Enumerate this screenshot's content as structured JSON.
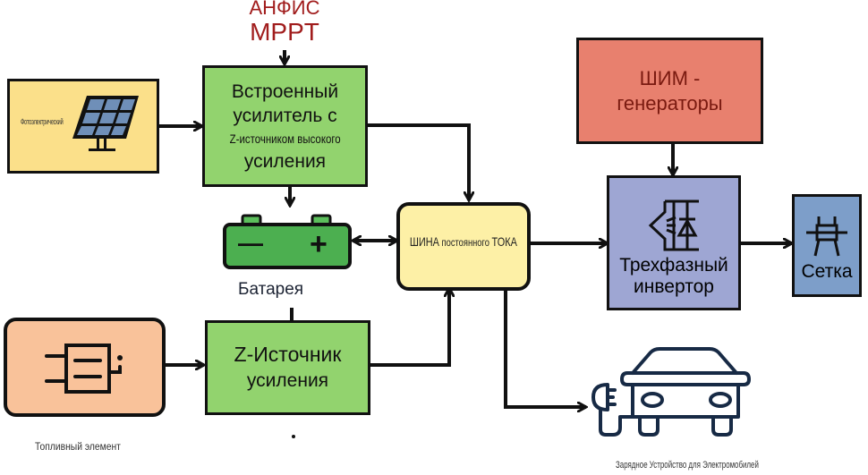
{
  "diagram": {
    "anfis": {
      "line1": "АНФИС",
      "line2": "MPPT",
      "color": "#a11d1d"
    },
    "pv": {
      "label": "Фотоэлектрический",
      "fill": "#fbe08a",
      "icon": "solar-panel-icon"
    },
    "boost": {
      "line1": "Встроенный",
      "line2": "усилитель с",
      "line3": "Z-источником высокого",
      "line4": "усиления",
      "fill": "#92d36e"
    },
    "battery": {
      "label": "Батарея",
      "minus": "—",
      "plus": "+",
      "fill": "#4caf50",
      "icon": "battery-icon"
    },
    "dcbus": {
      "label_a": "ШИНА",
      "label_b": "постоянного",
      "label_c": "ТОКА",
      "fill": "#fdf0a6"
    },
    "pwm": {
      "line1": "ШИМ -",
      "line2": "генераторы",
      "fill": "#e8806e",
      "text_color": "#7a1a10"
    },
    "inverter": {
      "line1": "Трехфазный",
      "line2": "инвертор",
      "fill": "#9ea6d3",
      "icon": "igbt-transistor-icon"
    },
    "grid": {
      "label": "Сетка",
      "fill": "#7d9ec9",
      "icon": "grid-tower-icon"
    },
    "fuelcell": {
      "label": "Топливный элемент",
      "fill": "#f9c29a",
      "icon": "fuel-cell-icon"
    },
    "zsource": {
      "line1": "Z-Источник",
      "line2": "усиления",
      "fill": "#92d36e"
    },
    "ev": {
      "label": "Зарядное Устройство для Электромобилей",
      "icon": "ev-charger-car-icon",
      "color": "#172a45"
    }
  }
}
